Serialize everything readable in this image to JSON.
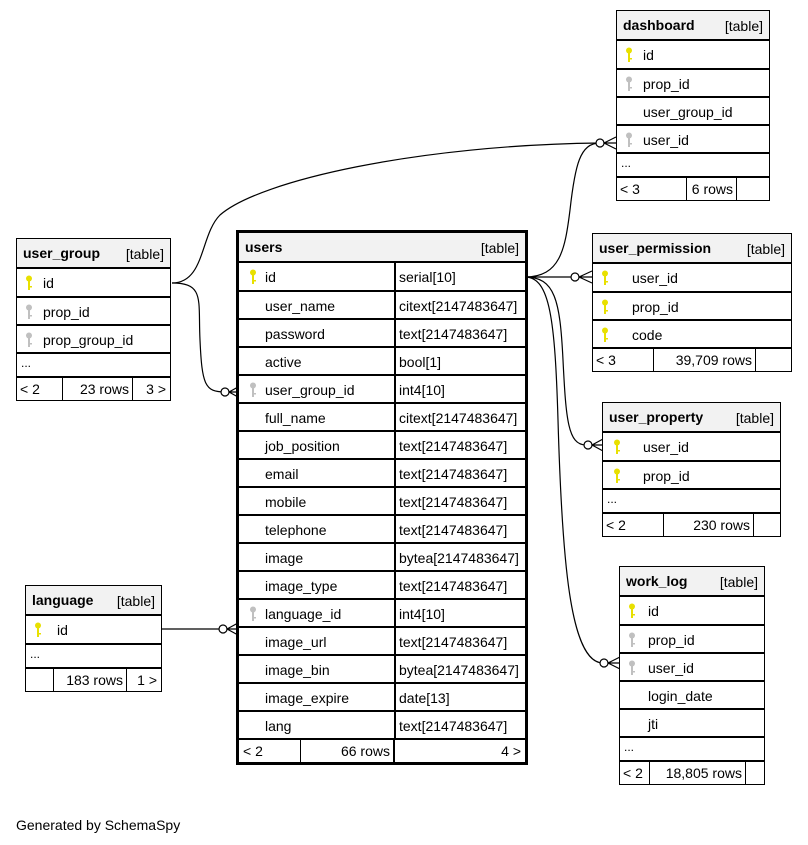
{
  "diagram": {
    "footer": "Generated by SchemaSpy",
    "key_colors": {
      "primary": "#e8e000",
      "foreign": "#c0c0c0"
    },
    "tables": {
      "users": {
        "name": "users",
        "kind": "[table]",
        "columns": [
          {
            "name": "id",
            "type": "serial[10]",
            "key": "primary"
          },
          {
            "name": "user_name",
            "type": "citext[2147483647]",
            "key": "none"
          },
          {
            "name": "password",
            "type": "text[2147483647]",
            "key": "none"
          },
          {
            "name": "active",
            "type": "bool[1]",
            "key": "none"
          },
          {
            "name": "user_group_id",
            "type": "int4[10]",
            "key": "foreign"
          },
          {
            "name": "full_name",
            "type": "citext[2147483647]",
            "key": "none"
          },
          {
            "name": "job_position",
            "type": "text[2147483647]",
            "key": "none"
          },
          {
            "name": "email",
            "type": "text[2147483647]",
            "key": "none"
          },
          {
            "name": "mobile",
            "type": "text[2147483647]",
            "key": "none"
          },
          {
            "name": "telephone",
            "type": "text[2147483647]",
            "key": "none"
          },
          {
            "name": "image",
            "type": "bytea[2147483647]",
            "key": "none"
          },
          {
            "name": "image_type",
            "type": "text[2147483647]",
            "key": "none"
          },
          {
            "name": "language_id",
            "type": "int4[10]",
            "key": "foreign"
          },
          {
            "name": "image_url",
            "type": "text[2147483647]",
            "key": "none"
          },
          {
            "name": "image_bin",
            "type": "bytea[2147483647]",
            "key": "none"
          },
          {
            "name": "image_expire",
            "type": "date[13]",
            "key": "none"
          },
          {
            "name": "lang",
            "type": "text[2147483647]",
            "key": "none"
          }
        ],
        "footer": {
          "parents": "< 2",
          "rows": "66 rows",
          "children": "4 >"
        }
      },
      "dashboard": {
        "name": "dashboard",
        "kind": "[table]",
        "columns": [
          {
            "name": "id",
            "key": "primary"
          },
          {
            "name": "prop_id",
            "key": "foreign"
          },
          {
            "name": "user_group_id",
            "key": "none"
          },
          {
            "name": "user_id",
            "key": "foreign"
          }
        ],
        "more": "...",
        "footer": {
          "parents": "< 3",
          "rows": "6 rows",
          "children": ""
        }
      },
      "user_group": {
        "name": "user_group",
        "kind": "[table]",
        "columns": [
          {
            "name": "id",
            "key": "primary"
          },
          {
            "name": "prop_id",
            "key": "foreign"
          },
          {
            "name": "prop_group_id",
            "key": "foreign"
          }
        ],
        "more": "...",
        "footer": {
          "parents": "< 2",
          "rows": "23 rows",
          "children": "3 >"
        }
      },
      "user_permission": {
        "name": "user_permission",
        "kind": "[table]",
        "columns": [
          {
            "name": "user_id",
            "key": "primary"
          },
          {
            "name": "prop_id",
            "key": "primary"
          },
          {
            "name": "code",
            "key": "primary"
          }
        ],
        "footer": {
          "parents": "< 3",
          "rows": "39,709 rows",
          "children": ""
        }
      },
      "user_property": {
        "name": "user_property",
        "kind": "[table]",
        "columns": [
          {
            "name": "user_id",
            "key": "primary"
          },
          {
            "name": "prop_id",
            "key": "primary"
          }
        ],
        "more": "...",
        "footer": {
          "parents": "< 2",
          "rows": "230 rows",
          "children": ""
        }
      },
      "language": {
        "name": "language",
        "kind": "[table]",
        "columns": [
          {
            "name": "id",
            "key": "primary"
          }
        ],
        "more": "...",
        "footer": {
          "parents": "",
          "rows": "183 rows",
          "children": "1 >"
        }
      },
      "work_log": {
        "name": "work_log",
        "kind": "[table]",
        "columns": [
          {
            "name": "id",
            "key": "primary"
          },
          {
            "name": "prop_id",
            "key": "foreign"
          },
          {
            "name": "user_id",
            "key": "foreign"
          },
          {
            "name": "login_date",
            "key": "none"
          },
          {
            "name": "jti",
            "key": "none"
          }
        ],
        "more": "...",
        "footer": {
          "parents": "< 2",
          "rows": "18,805 rows",
          "children": ""
        }
      }
    }
  }
}
